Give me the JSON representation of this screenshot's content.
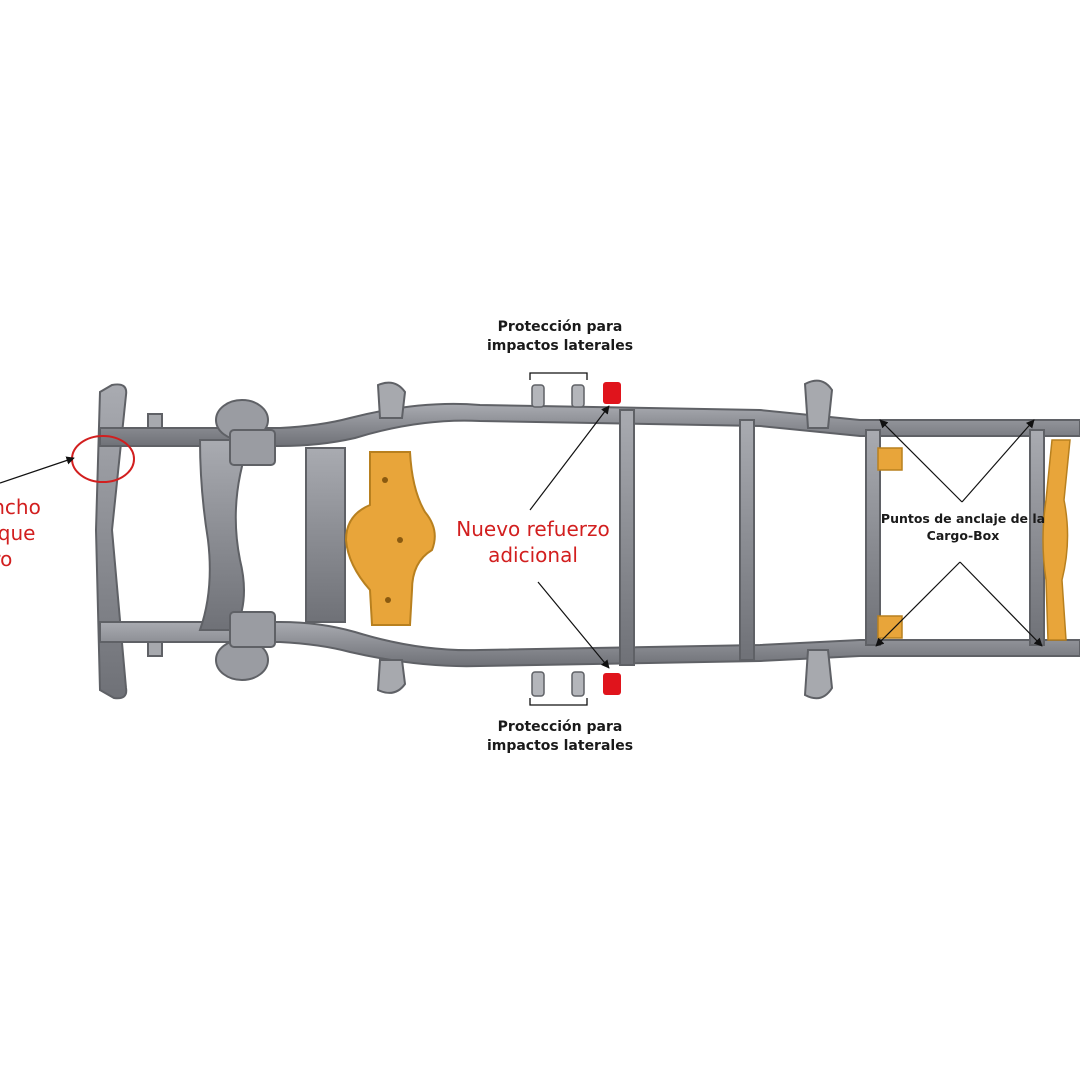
{
  "diagram": {
    "labels": {
      "side_impact_top": [
        "Protección para",
        "impactos laterales"
      ],
      "side_impact_bottom": [
        "Protección para",
        "impactos laterales"
      ],
      "new_reinforcement": [
        "Nuevo refuerzo",
        "adicional"
      ],
      "cargo_box_anchor": [
        "Puntos de anclaje de la",
        "Cargo-Box"
      ],
      "tow_hook_partial": [
        "ancho",
        "olque",
        "ero"
      ]
    },
    "colors": {
      "frame_gray": "#8e9096",
      "frame_dark": "#6e7076",
      "reinforcement_orange": "#e8a53a",
      "accent_red": "#e0141c",
      "label_red": "#d21f1f",
      "label_black": "#1a1a1a"
    }
  }
}
